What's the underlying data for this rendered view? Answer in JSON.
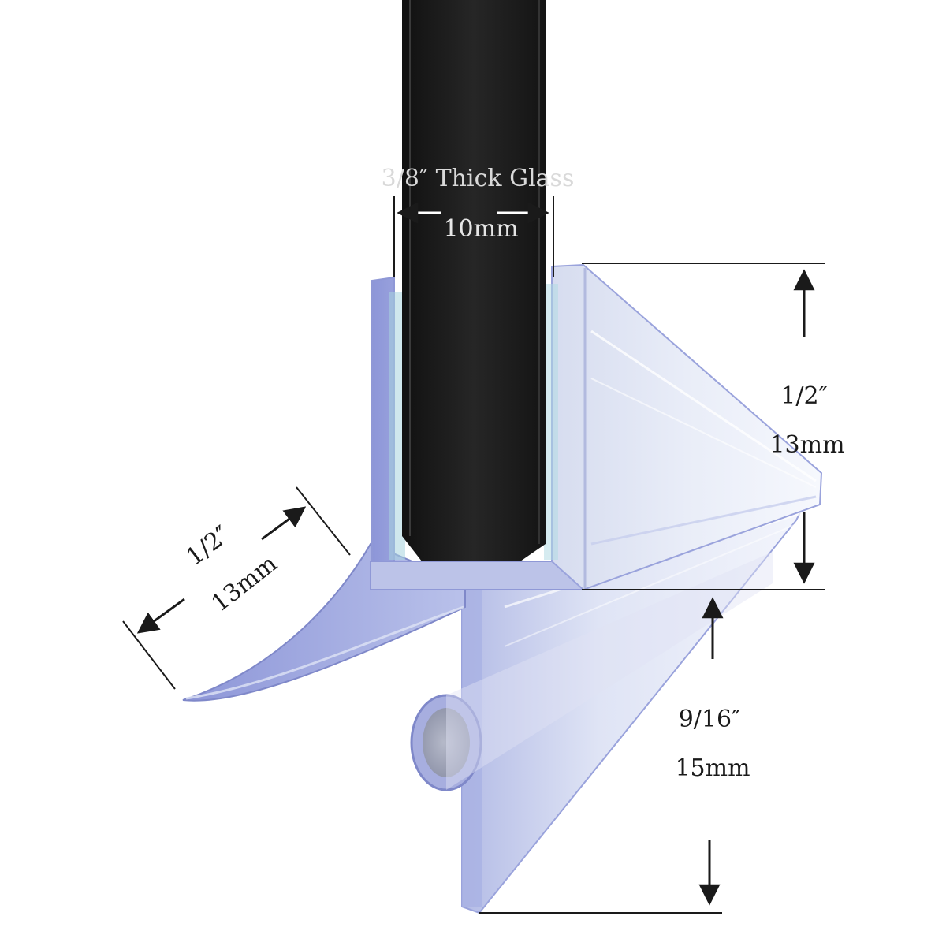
{
  "glass": {
    "label": "3/8″ Thick Glass",
    "width_metric": "10mm"
  },
  "top_height": {
    "imperial": "1/2″",
    "metric": "13mm"
  },
  "lower_height": {
    "imperial": "9/16″",
    "metric": "15mm"
  },
  "fin_length": {
    "imperial": "1/2″",
    "metric": "13mm"
  },
  "colors": {
    "glass": "#1c1c1c",
    "seal": "#c9cfec",
    "seal_edge": "#8f98d6",
    "lines": "#1a1a1a"
  }
}
